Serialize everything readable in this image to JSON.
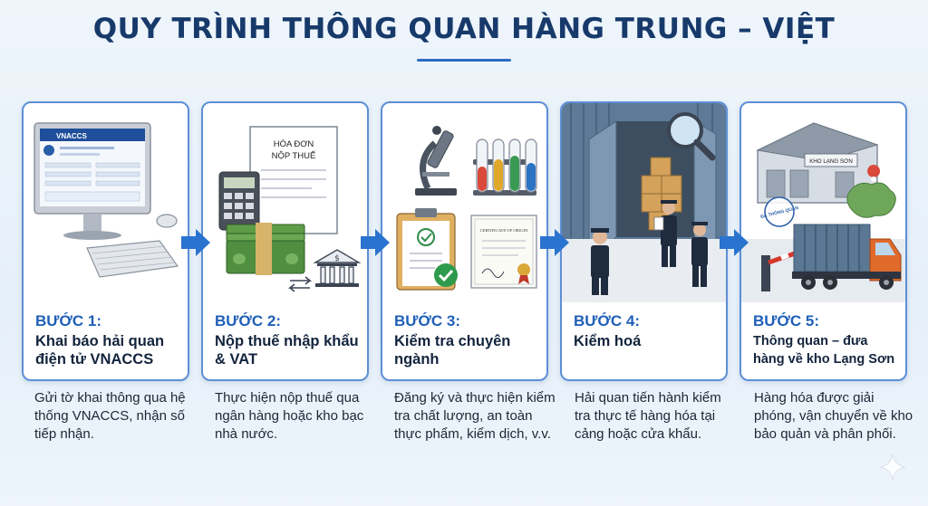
{
  "title": "QUY TRÌNH THÔNG QUAN HÀNG TRUNG – VIỆT",
  "steps": [
    {
      "label": "BƯỚC 1:",
      "title": "Khai báo hải quan điện tử VNACCS",
      "description": "Gửi tờ khai thông qua hệ thống VNACCS, nhận số tiếp nhận.",
      "illustration": "computer-vnaccs-icon",
      "screen_text": "VNACCS"
    },
    {
      "label": "BƯỚC 2:",
      "title": "Nộp thuế nhập khẩu & VAT",
      "description": "Thực hiện nộp thuế qua ngân hàng hoặc kho bạc nhà nước.",
      "illustration": "tax-payment-icon",
      "doc_line1": "HÓA ĐƠN",
      "doc_line2": "NỘP THUẾ"
    },
    {
      "label": "BƯỚC 3:",
      "title": "Kiểm tra chuyên ngành",
      "description": "Đăng ký và thực hiện kiểm tra chất lượng, an toàn thực phẩm, kiểm dịch, v.v.",
      "illustration": "lab-inspection-icon",
      "cert_text": "CERTIFICATE OF ORIGIN"
    },
    {
      "label": "BƯỚC 4:",
      "title": "Kiểm hoá",
      "description": "Hải quan tiến hành kiểm tra thực tế hàng hóa tại cảng hoặc cửa khẩu.",
      "illustration": "container-inspection-icon"
    },
    {
      "label": "BƯỚC 5:",
      "title": "Thông quan – đưa hàng về kho Lạng Sơn",
      "description": "Hàng hóa được giải phóng, vận chuyển về kho bảo quản và phân phối.",
      "illustration": "warehouse-truck-icon",
      "warehouse_sign": "KHO LẠNG SƠN",
      "stamp_text": "ĐÃ THÔNG QUAN"
    }
  ],
  "colors": {
    "title": "#173a6b",
    "accent": "#1f5fb8",
    "card_border": "#5d8fd6",
    "arrow": "#2a73cf"
  }
}
